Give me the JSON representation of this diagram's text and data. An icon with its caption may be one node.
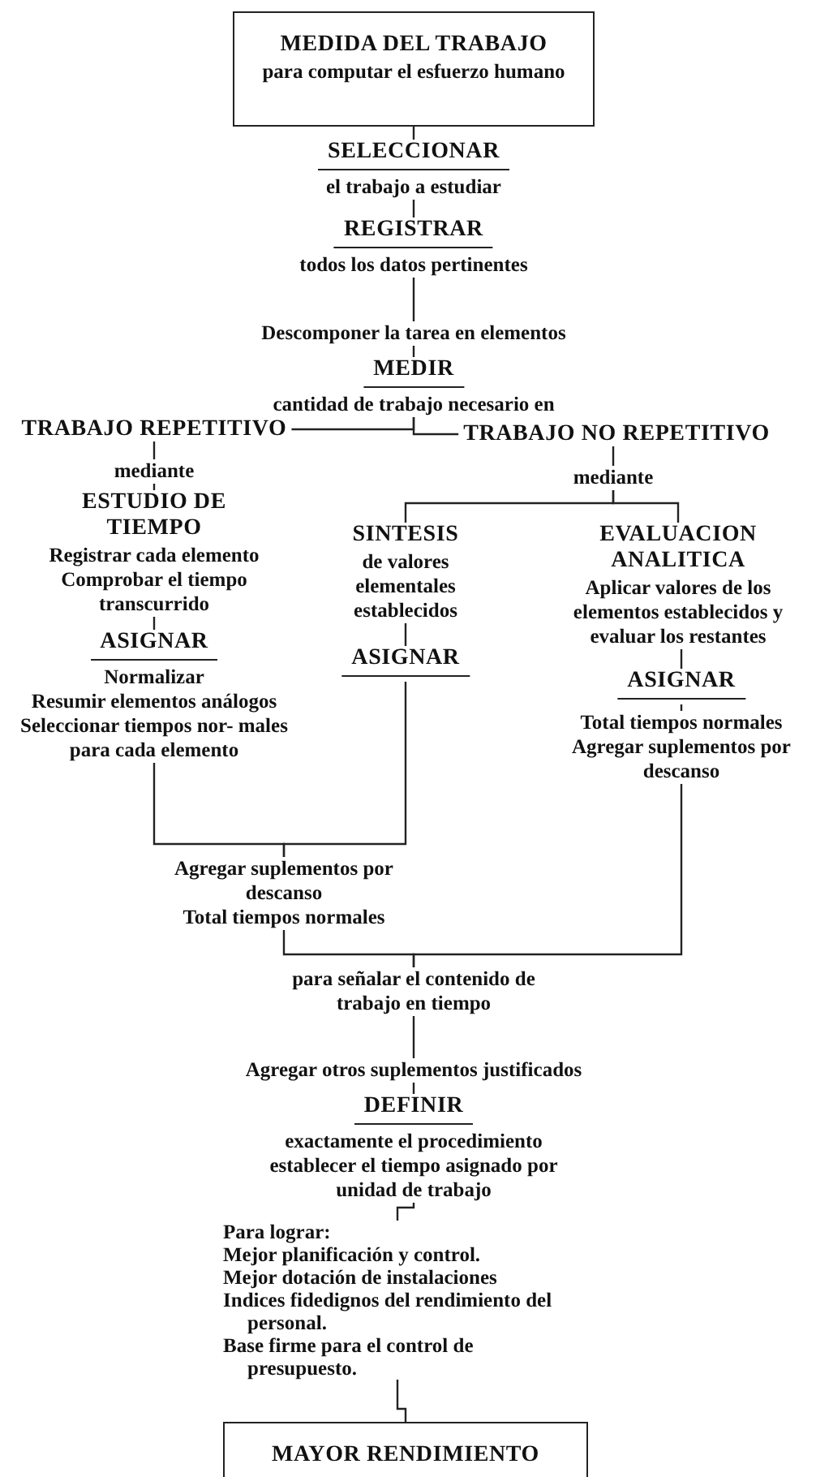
{
  "diagram": {
    "nodes": [
      {
        "text": [
          "MEDIDA DEL TRABAJO",
          "para computar el esfuerzo humano"
        ]
      },
      {
        "text": [
          "SELECCIONAR",
          "el trabajo a estudiar"
        ]
      },
      {
        "text": [
          "REGISTRAR",
          "todos los datos pertinentes"
        ]
      },
      {
        "text": [
          "Descomponer la tarea en elementos"
        ]
      },
      {
        "text": [
          "MEDIR",
          "cantidad de trabajo necesario en"
        ]
      },
      {
        "text": [
          "TRABAJO REPETITIVO"
        ]
      },
      {
        "text": [
          "TRABAJO NO REPETITIVO"
        ]
      },
      {
        "text": [
          "mediante"
        ]
      },
      {
        "text": [
          "mediante"
        ]
      },
      {
        "text": [
          "ESTUDIO DE TIEMPO",
          "Registrar cada elemento",
          "Comprobar el tiempo transcurrido"
        ]
      },
      {
        "text": [
          "ASIGNAR",
          "Normalizar",
          "Resumir elementos análogos",
          "Seleccionar tiempos nor- males para cada elemento"
        ]
      },
      {
        "text": [
          "SINTESIS",
          "de valores elementales establecidos"
        ]
      },
      {
        "text": [
          "ASIGNAR"
        ]
      },
      {
        "text": [
          "EVALUACION ANALITICA",
          "Aplicar valores de los elementos establecidos y evaluar los restantes"
        ]
      },
      {
        "text": [
          "ASIGNAR"
        ]
      },
      {
        "text": [
          "Total tiempos normales",
          "Agregar suplementos por descanso"
        ]
      },
      {
        "text": [
          "Agregar suplementos por descanso",
          "Total tiempos normales"
        ]
      },
      {
        "text": [
          "para señalar el contenido de trabajo en tiempo"
        ]
      },
      {
        "text": [
          "Agregar otros suplementos justificados"
        ]
      },
      {
        "text": [
          "DEFINIR",
          "exactamente el procedimiento",
          "establecer el tiempo asignado por unidad de trabajo"
        ]
      },
      {
        "text": [
          "Para lograr:",
          "Mejor planificación y control.",
          "Mejor dotación de instalaciones",
          "Indices fidedignos del rendimiento del personal.",
          "Base firme para el control de presupuesto."
        ]
      },
      {
        "text": [
          "MAYOR RENDIMIENTO"
        ]
      }
    ],
    "edges": [
      {
        "from": 0,
        "to": 1,
        "arrow": "none"
      },
      {
        "from": 1,
        "to": 2,
        "arrow": "none"
      },
      {
        "from": 2,
        "to": 3,
        "arrow": "none"
      },
      {
        "from": 3,
        "to": 4,
        "arrow": "none"
      },
      {
        "from": 4,
        "to": 5,
        "arrow": "none"
      },
      {
        "from": 4,
        "to": 6,
        "arrow": "none"
      },
      {
        "from": 5,
        "to": 7,
        "arrow": "none"
      },
      {
        "from": 7,
        "to": 9,
        "arrow": "none"
      },
      {
        "from": 6,
        "to": 8,
        "arrow": "none"
      },
      {
        "from": 8,
        "to": 11,
        "arrow": "none"
      },
      {
        "from": 8,
        "to": 13,
        "arrow": "none"
      },
      {
        "from": 9,
        "to": 10,
        "arrow": "none"
      },
      {
        "from": 11,
        "to": 12,
        "arrow": "none"
      },
      {
        "from": 13,
        "to": 14,
        "arrow": "none"
      },
      {
        "from": 14,
        "to": 15,
        "arrow": "none"
      },
      {
        "from": 10,
        "to": 16,
        "arrow": "none"
      },
      {
        "from": 12,
        "to": 16,
        "arrow": "none"
      },
      {
        "from": 16,
        "to": 17,
        "arrow": "none"
      },
      {
        "from": 15,
        "to": 17,
        "arrow": "none"
      },
      {
        "from": 17,
        "to": 18,
        "arrow": "none"
      },
      {
        "from": 18,
        "to": 19,
        "arrow": "none"
      },
      {
        "from": 19,
        "to": 20,
        "arrow": "none"
      },
      {
        "from": 20,
        "to": 21,
        "arrow": "none"
      }
    ]
  }
}
